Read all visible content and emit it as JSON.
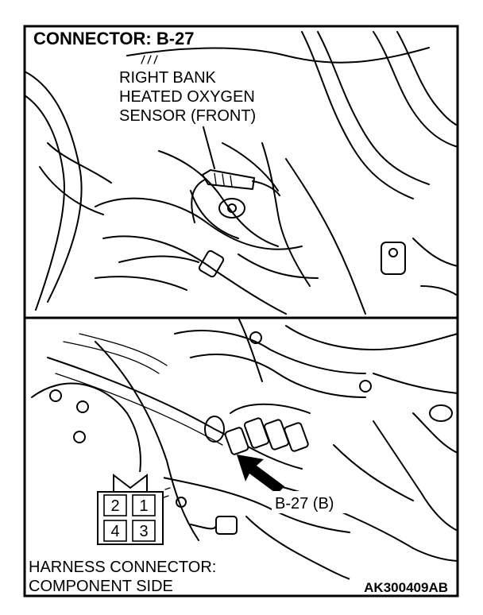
{
  "top_panel": {
    "title": "CONNECTOR: B-27",
    "callout_lines": [
      "RIGHT BANK",
      "HEATED OXYGEN",
      "SENSOR (FRONT)"
    ]
  },
  "bottom_panel": {
    "connector_label": "B-27 (B)",
    "pins": [
      "2",
      "1",
      "4",
      "3"
    ],
    "harness_lines": [
      "HARNESS CONNECTOR:",
      "COMPONENT SIDE"
    ],
    "figure_code": "AK300409AB"
  }
}
